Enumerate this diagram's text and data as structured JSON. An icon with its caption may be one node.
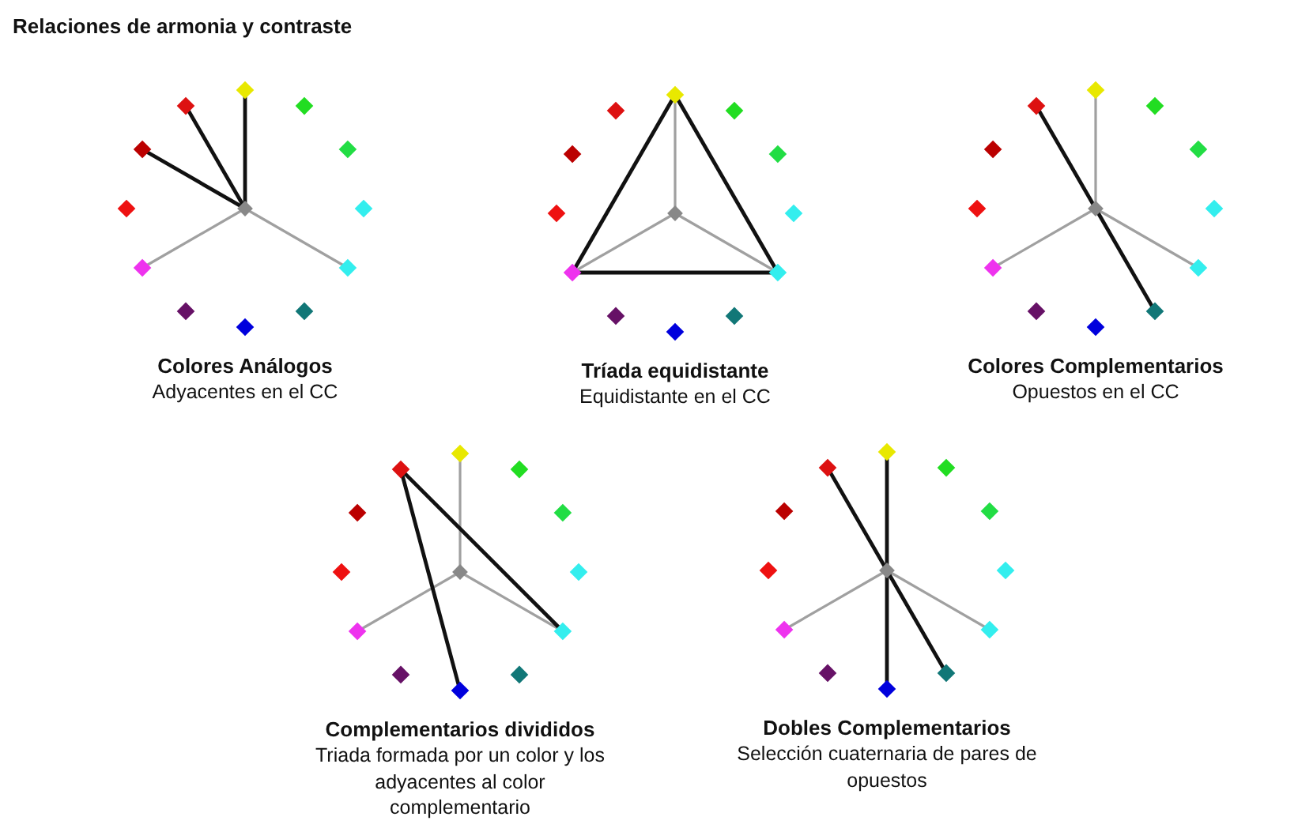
{
  "diagram": {
    "title": "Relaciones de armonia y contraste",
    "nodes": [
      {
        "text": [
          "Colores Análogos",
          "Adyacentes en el CC"
        ]
      },
      {
        "text": [
          "Tríada equidistante",
          "Equidistante en el CC"
        ]
      },
      {
        "text": [
          "Colores Complementarios",
          "Opuestos en el CC"
        ]
      },
      {
        "text": [
          "Complementarios divididos",
          "Triada formada por un color y los adyacentes al color complementario"
        ]
      },
      {
        "text": [
          "Dobles Complementarios",
          "Selección cuaternaria de pares de opuestos"
        ]
      }
    ]
  }
}
